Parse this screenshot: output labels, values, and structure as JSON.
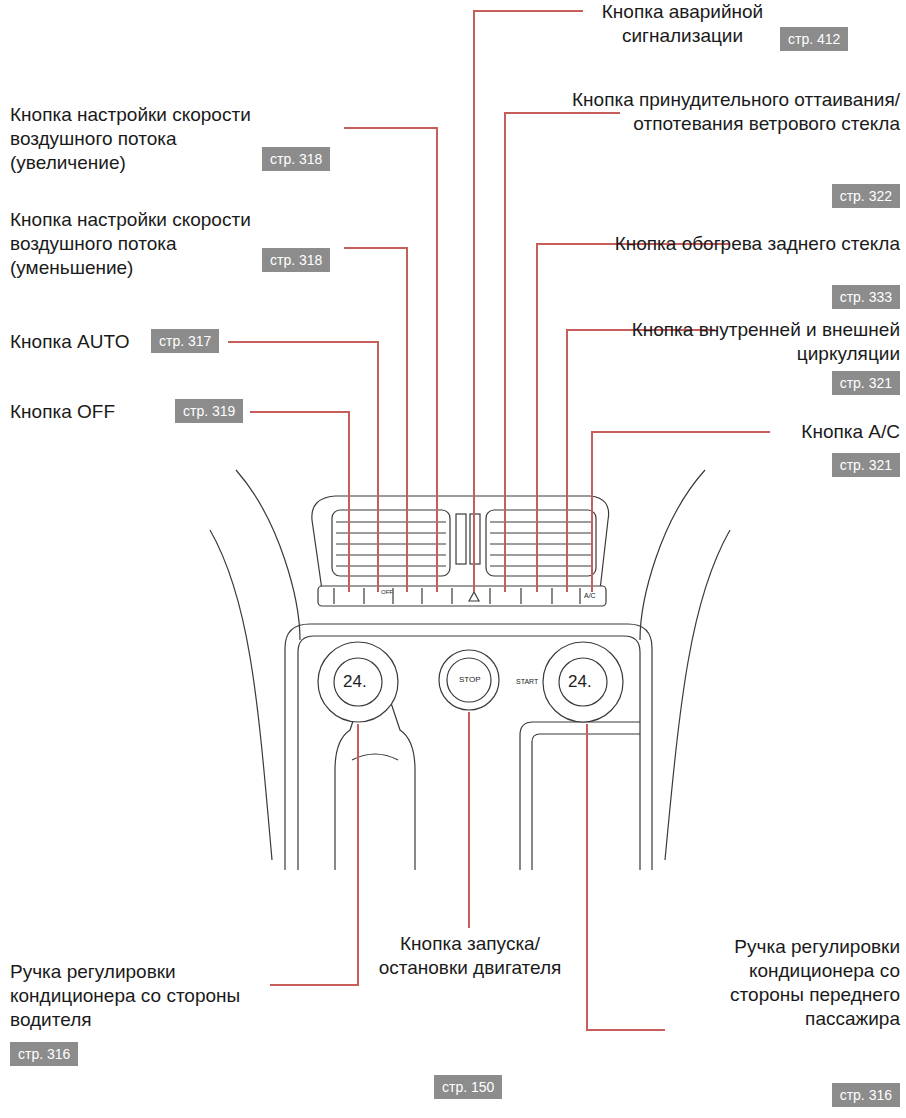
{
  "diagram": {
    "nodes": [
      {
        "text": [
          "Кнопка аварийной сигнализации",
          "стр. 412"
        ]
      },
      {
        "text": [
          "Кнопка настройки скорости воздушного потока (увеличение)",
          "стр. 318"
        ]
      },
      {
        "text": [
          "Кнопка принудительного оттаивания/отпотевания ветрового стекла",
          "стр. 322"
        ]
      },
      {
        "text": [
          "Кнопка настройки скорости воздушного потока (уменьшение)",
          "стр. 318"
        ]
      },
      {
        "text": [
          "Кнопка обогрева заднего стекла",
          "стр. 333"
        ]
      },
      {
        "text": [
          "Кнопка AUTO",
          "стр. 317"
        ]
      },
      {
        "text": [
          "Кнопка внутренней и внешней циркуляции",
          "стр. 321"
        ]
      },
      {
        "text": [
          "Кнопка OFF",
          "стр. 319"
        ]
      },
      {
        "text": [
          "Кнопка A/C",
          "стр. 321"
        ]
      },
      {
        "text": [
          "Ручка регулировки кондиционера со стороны водителя",
          "стр. 316"
        ]
      },
      {
        "text": [
          "Кнопка запуска/ остановки двигателя",
          "стр. 150"
        ]
      },
      {
        "text": [
          "Ручка регулировки кондиционера со стороны переднего пассажира",
          "стр. 316"
        ]
      }
    ],
    "labels": [
      "OFF",
      "A/C",
      "24.",
      "STOP",
      "START",
      "24."
    ]
  }
}
